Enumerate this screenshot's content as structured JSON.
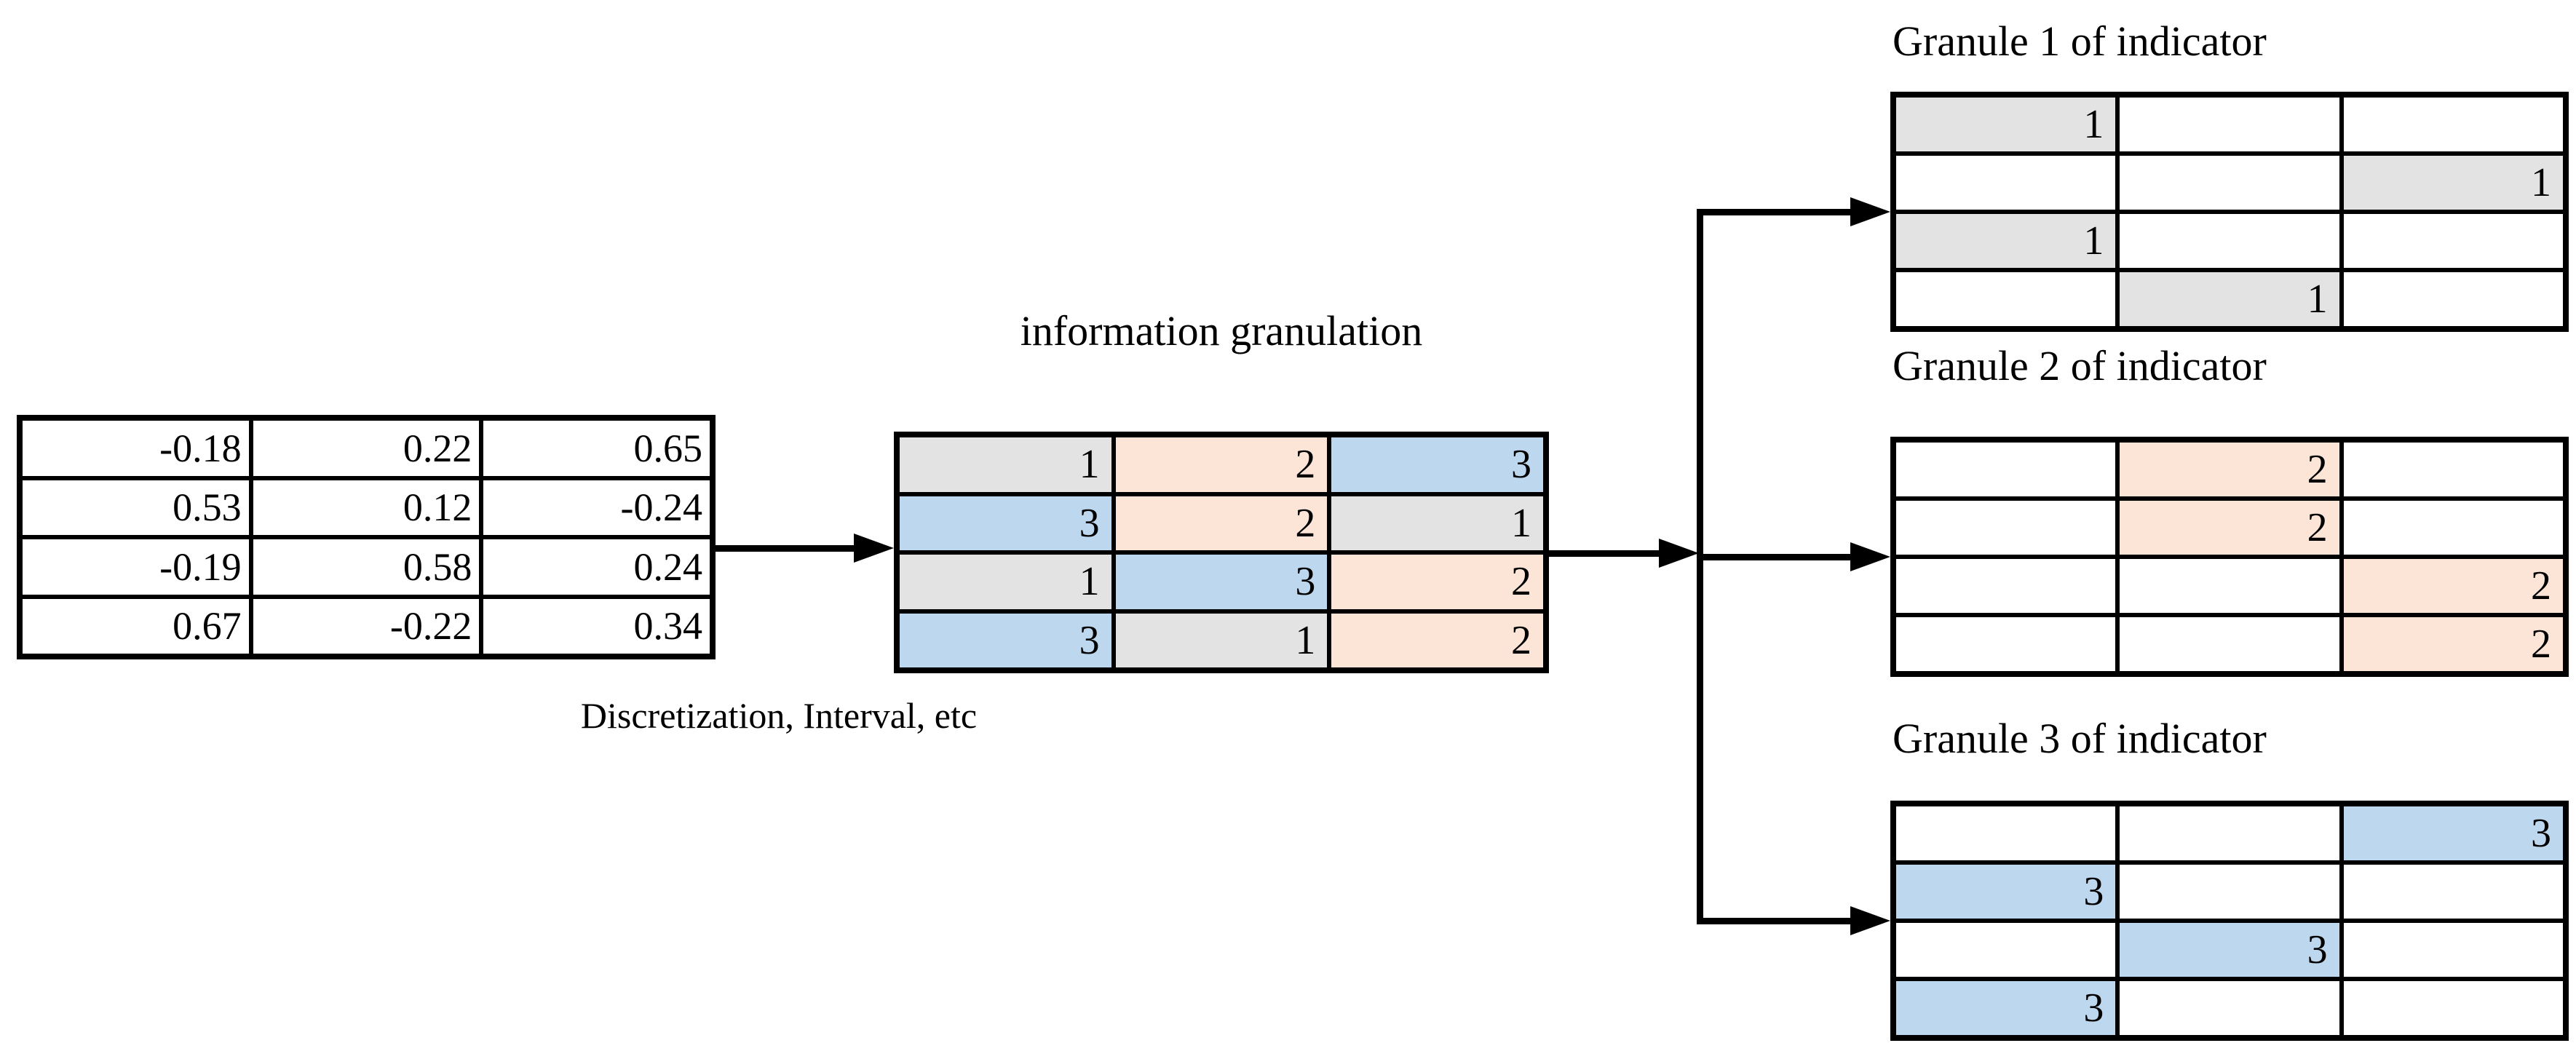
{
  "colors": {
    "gray": "#e3e3e3",
    "peach": "#fce4d6",
    "blue": "#bdd7ee",
    "line": "#000000"
  },
  "source_table": {
    "rows": [
      [
        "-0.18",
        "0.22",
        "0.65"
      ],
      [
        "0.53",
        "0.12",
        "-0.24"
      ],
      [
        "-0.19",
        "0.58",
        "0.24"
      ],
      [
        "0.67",
        "-0.22",
        "0.34"
      ]
    ]
  },
  "granulation": {
    "title": "information granulation",
    "caption": "Discretization, Interval, etc",
    "rows": [
      [
        {
          "text": "1",
          "tone": "gray"
        },
        {
          "text": "2",
          "tone": "peach"
        },
        {
          "text": "3",
          "tone": "blue"
        }
      ],
      [
        {
          "text": "3",
          "tone": "blue"
        },
        {
          "text": "2",
          "tone": "peach"
        },
        {
          "text": "1",
          "tone": "gray"
        }
      ],
      [
        {
          "text": "1",
          "tone": "gray"
        },
        {
          "text": "3",
          "tone": "blue"
        },
        {
          "text": "2",
          "tone": "peach"
        }
      ],
      [
        {
          "text": "3",
          "tone": "blue"
        },
        {
          "text": "1",
          "tone": "gray"
        },
        {
          "text": "2",
          "tone": "peach"
        }
      ]
    ]
  },
  "granules": [
    {
      "title": "Granule 1 of indicator",
      "rows": [
        [
          {
            "text": "1",
            "tone": "gray"
          },
          {
            "text": "",
            "tone": "white"
          },
          {
            "text": "",
            "tone": "white"
          }
        ],
        [
          {
            "text": "",
            "tone": "white"
          },
          {
            "text": "",
            "tone": "white"
          },
          {
            "text": "1",
            "tone": "gray"
          }
        ],
        [
          {
            "text": "1",
            "tone": "gray"
          },
          {
            "text": "",
            "tone": "white"
          },
          {
            "text": "",
            "tone": "white"
          }
        ],
        [
          {
            "text": "",
            "tone": "white"
          },
          {
            "text": "1",
            "tone": "gray"
          },
          {
            "text": "",
            "tone": "white"
          }
        ]
      ]
    },
    {
      "title": "Granule 2 of indicator",
      "rows": [
        [
          {
            "text": "",
            "tone": "white"
          },
          {
            "text": "2",
            "tone": "peach"
          },
          {
            "text": "",
            "tone": "white"
          }
        ],
        [
          {
            "text": "",
            "tone": "white"
          },
          {
            "text": "2",
            "tone": "peach"
          },
          {
            "text": "",
            "tone": "white"
          }
        ],
        [
          {
            "text": "",
            "tone": "white"
          },
          {
            "text": "",
            "tone": "white"
          },
          {
            "text": "2",
            "tone": "peach"
          }
        ],
        [
          {
            "text": "",
            "tone": "white"
          },
          {
            "text": "",
            "tone": "white"
          },
          {
            "text": "2",
            "tone": "peach"
          }
        ]
      ]
    },
    {
      "title": "Granule 3 of indicator",
      "rows": [
        [
          {
            "text": "",
            "tone": "white"
          },
          {
            "text": "",
            "tone": "white"
          },
          {
            "text": "3",
            "tone": "blue"
          }
        ],
        [
          {
            "text": "3",
            "tone": "blue"
          },
          {
            "text": "",
            "tone": "white"
          },
          {
            "text": "",
            "tone": "white"
          }
        ],
        [
          {
            "text": "",
            "tone": "white"
          },
          {
            "text": "3",
            "tone": "blue"
          },
          {
            "text": "",
            "tone": "white"
          }
        ],
        [
          {
            "text": "3",
            "tone": "blue"
          },
          {
            "text": "",
            "tone": "white"
          },
          {
            "text": "",
            "tone": "white"
          }
        ]
      ]
    }
  ]
}
